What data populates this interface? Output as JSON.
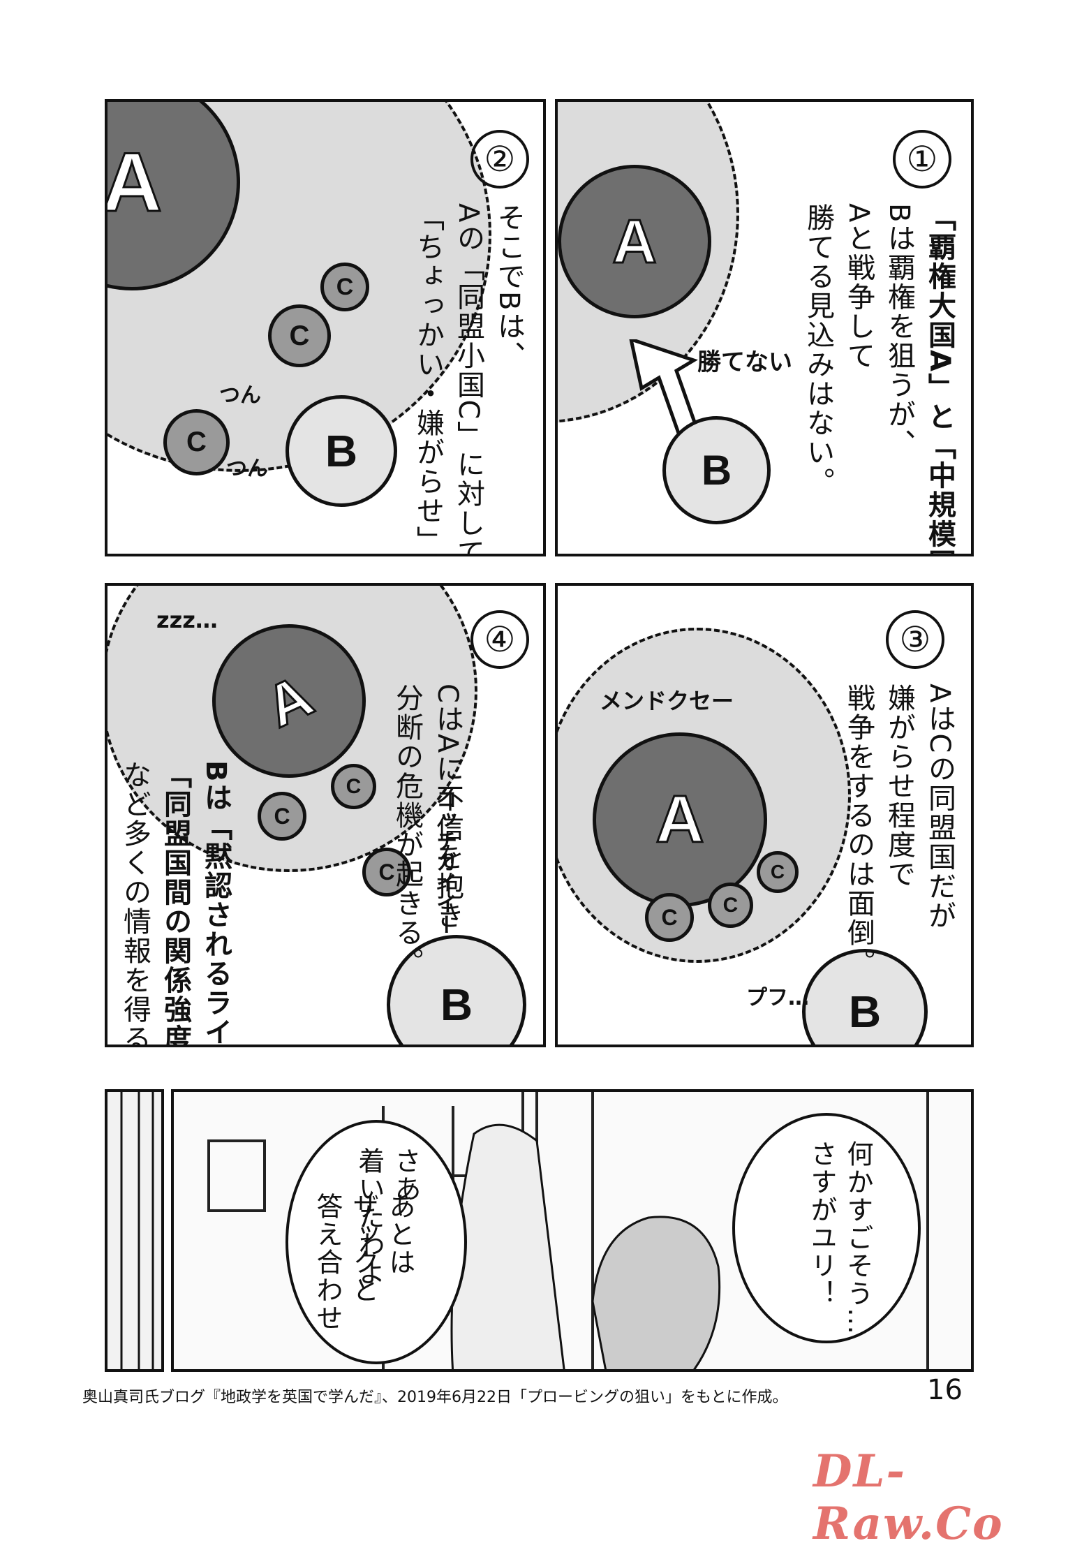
{
  "panel1": {
    "number": "①",
    "narration": [
      "「覇権大国A」と「中規模国B」。",
      "Bは覇権を狙うが、",
      "Aと戦争して",
      "勝てる見込みはない。"
    ],
    "sfx_cant_win": "勝てない",
    "ball_a": "A",
    "ball_b": "B"
  },
  "panel2": {
    "number": "②",
    "narration": [
      "そこでBは、",
      "Aの「同盟小国C」に対して",
      "「ちょっかい・嫌がらせ」をする。"
    ],
    "sfx_poke1": "つん",
    "sfx_poke2": "つん",
    "ball_a": "A",
    "ball_b": "B",
    "ball_c": "C"
  },
  "panel3": {
    "number": "③",
    "narration": [
      "AはCの同盟国だが",
      "嫌がらせ程度で",
      "戦争をするのは面倒。"
    ],
    "sfx_bother": "メンドクセー",
    "sfx_snicker": "プフ…",
    "ball_a": "A",
    "ball_b": "B",
    "ball_c": "C"
  },
  "panel4": {
    "number": "④",
    "narration": [
      "CはAに不信を抱き",
      "分断の危機が起きる。"
    ],
    "narration2": [
      "Bは「黙認されるライン」",
      "「同盟国間の関係強度」",
      "など多くの情報を得る。"
    ],
    "sfx_sleep": "zzz…",
    "sfx_over_here": "コッチガイイー",
    "ball_a": "A",
    "ball_b": "B",
    "ball_c": "C"
  },
  "panel5": {
    "bubble_right": [
      "何かすごそう…",
      "さすがユリ！"
    ],
    "bubble_left_1": [
      "さあ",
      "着いたわよ"
    ],
    "bubble_left_2": [
      "あとは",
      "ザックと",
      "答え合わせ"
    ]
  },
  "footer": {
    "citation": "奥山真司氏ブログ『地政学を英国で学んだ』、2019年6月22日「プロービングの狙い」をもとに作成。",
    "page_number": "16"
  },
  "watermark": "DL-Raw.Co"
}
